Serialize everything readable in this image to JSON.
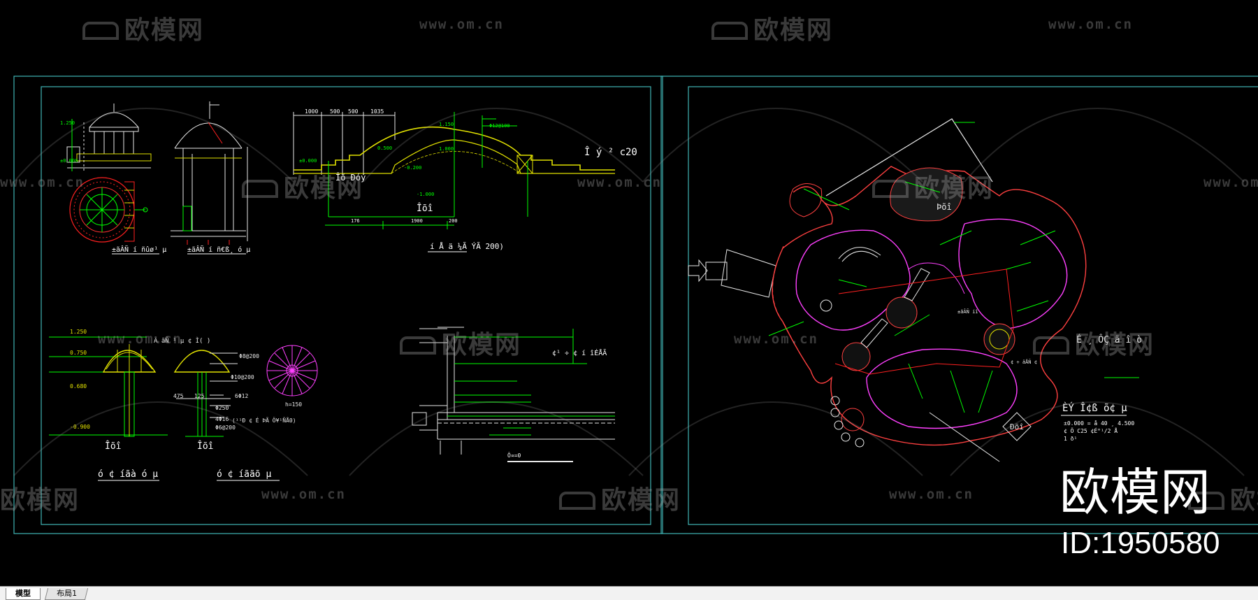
{
  "watermark": {
    "brand_text": "欧模网",
    "url_text": "www.om.cn"
  },
  "brand_overlay": {
    "name": "欧模网",
    "id_text": "ID:1950580"
  },
  "layout_tabs": [
    {
      "label": "模型",
      "active": true
    },
    {
      "label": "布局1",
      "active": false
    }
  ],
  "sheet_left": {
    "pavilion_small_labels": [
      "±0.000",
      "1.250"
    ],
    "pavilion_caption_1": "±ãÂÑ í ñûø¹ µ",
    "pavilion_caption_2": "±ãÂÑ í ñ€ß¸ ó µ",
    "bridge": {
      "dims_top": [
        "1000",
        "500",
        "500",
        "1035"
      ],
      "levels": [
        "0.500",
        "1.150",
        "1.000",
        "-0.200",
        "-1.000",
        "±0.000"
      ],
      "note_rebar": "Φ12@100",
      "note_c20": "Î ý ²   c20",
      "label_tu": "Îõ Ðóý",
      "label_dim1": "176",
      "label_dim2": "1900",
      "label_dim3": "200",
      "label_ii": "Îõî",
      "caption": "í Å ä  ¼Ã ÝÃ 200)"
    },
    "umbrella": {
      "levels": [
        "1.250",
        "0.750",
        "0.680",
        "-0.900"
      ],
      "note_a": "Ã ãÑ ¹ µ  ¢ Ì(  )",
      "rebar_1": "Φ8@200",
      "rebar_2": "Φ10@200",
      "rebar_3": "6Φ12",
      "rebar_4": "Φ250",
      "rebar_5": "4Φ16",
      "rebar_6": "Φ6@200",
      "dims": [
        "475",
        "125"
      ],
      "h_label": "h=150",
      "note_b": "(¹¹Ð ¢ É ÞÃ Ö¥¹ÑÅ0)",
      "label_1": "Îõî",
      "label_2": "Îõî",
      "caption_1": "ó ¢  íãà  ó  µ",
      "caption_2": "ó ¢  íããõ  µ"
    },
    "section": {
      "note_1": "¢¹ ÷ ¢   í îÉÅÃ",
      "scale": "Ô¤=0"
    }
  },
  "sheet_right": {
    "title": "ÈÝ Î¢ß  õ¢ µ",
    "note_line_1": "±0.000 = å 40 ¸ 4.500",
    "note_line_2": "¢  Ö C25 ¢É°¹/2 Å",
    "note_line_3": "1  ð¹",
    "label_pavilion": "É ¸ ÔÇ  ã î  ò",
    "label_bridge": "¢ ÷ äÅÑ ¢",
    "label_center": "±ãÂÑ íî",
    "label_pool": "Þõî",
    "label_stone": "Ðõî"
  }
}
